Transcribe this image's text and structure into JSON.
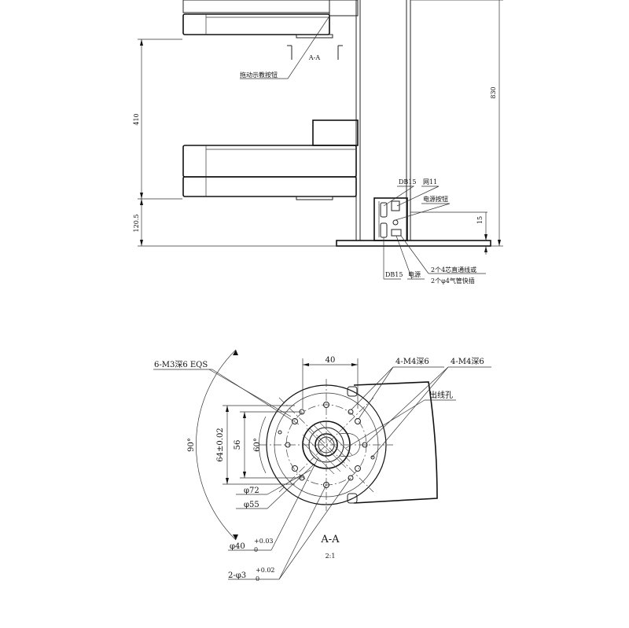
{
  "side_view": {
    "dims": {
      "height_830": "830",
      "height_410": "410",
      "height_120_5": "120.5",
      "height_15": "15"
    },
    "section_mark": "A-A",
    "labels": {
      "teach_button": "拖动示教按钮",
      "db15_top": "DB15",
      "net": "网11",
      "power_button": "电源按钮",
      "db15_bottom": "DB15",
      "power": "电源",
      "tubing_line1": "2个4芯直通线或",
      "tubing_line2": "2个φ4气管快插"
    }
  },
  "section_view": {
    "labels": {
      "m3": "6-M3深6  EQS",
      "m4_a": "4-M4深6",
      "m4_b": "4-M4深6",
      "outlet": "出线孔",
      "dim_40": "40",
      "angle_90": "90°",
      "dim_64": "64±0.02",
      "dim_56": "56",
      "angle_60": "60°",
      "phi72": "φ72",
      "phi55": "φ55",
      "phi40": "φ40",
      "phi40_tol_up": "+0.03",
      "phi40_tol_low": "0",
      "phi3": "2-φ3",
      "phi3_tol_up": "+0.02",
      "phi3_tol_low": "0"
    },
    "title": "A-A",
    "scale": "2:1"
  }
}
